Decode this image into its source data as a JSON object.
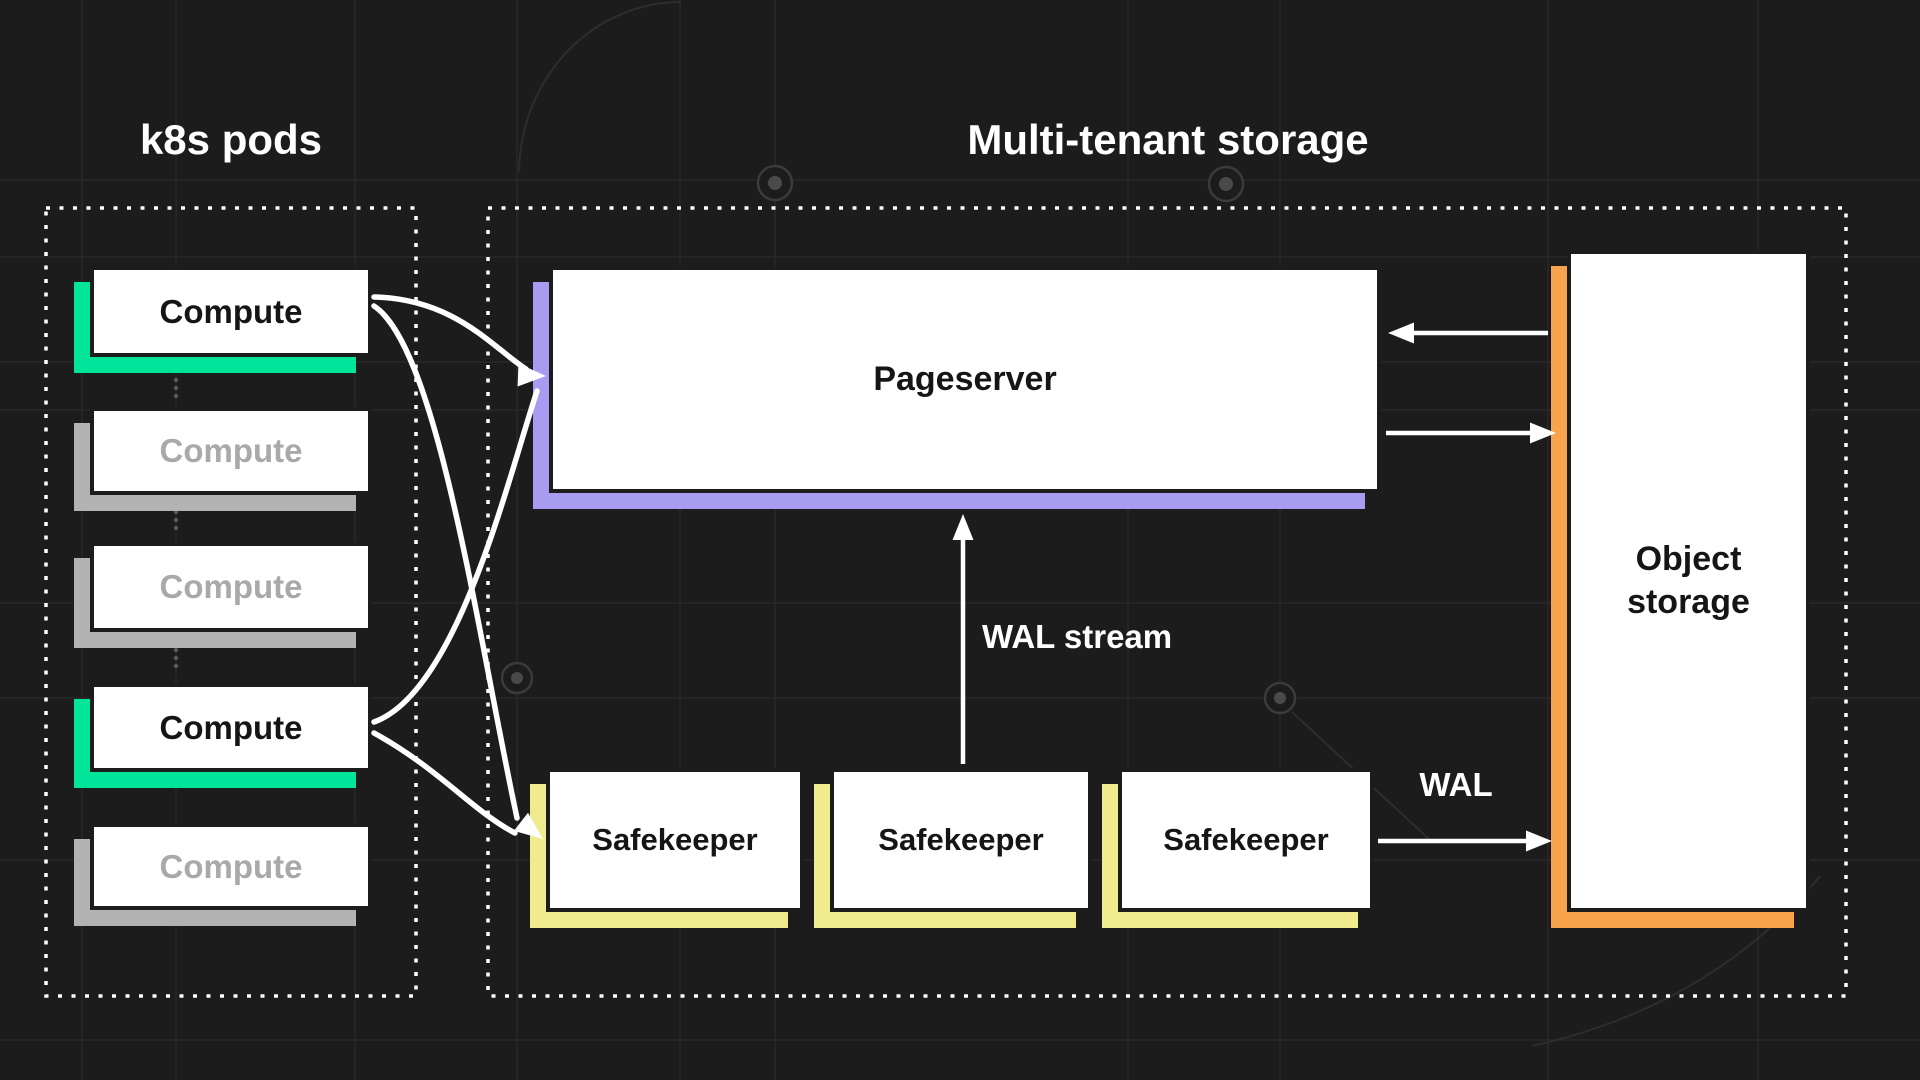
{
  "titles": {
    "left": "k8s pods",
    "right": "Multi-tenant storage"
  },
  "pods": {
    "items": [
      {
        "label": "Compute",
        "active": true
      },
      {
        "label": "Compute",
        "active": false
      },
      {
        "label": "Compute",
        "active": false
      },
      {
        "label": "Compute",
        "active": true
      },
      {
        "label": "Compute",
        "active": false
      }
    ]
  },
  "storage": {
    "pageserver": {
      "label": "Pageserver"
    },
    "safekeepers": [
      {
        "label": "Safekeeper"
      },
      {
        "label": "Safekeeper"
      },
      {
        "label": "Safekeeper"
      }
    ],
    "object_storage": {
      "label": "Object storage"
    }
  },
  "flows": {
    "wal_stream_label": "WAL stream",
    "wal_label": "WAL"
  },
  "colors": {
    "background": "#1c1c1c",
    "box_face": "#ffffff",
    "accent_active": "#00e599",
    "accent_inactive": "#b3b3b3",
    "accent_pageserver": "#a79bf2",
    "accent_safekeeper": "#efec8e",
    "accent_object": "#f7a44d",
    "arrow": "#ffffff",
    "dotted_border": "#ffffff",
    "grid_line": "#282828",
    "text_dark": "#151515",
    "text_inactive": "#a9a9a9",
    "text_light": "#ffffff"
  }
}
